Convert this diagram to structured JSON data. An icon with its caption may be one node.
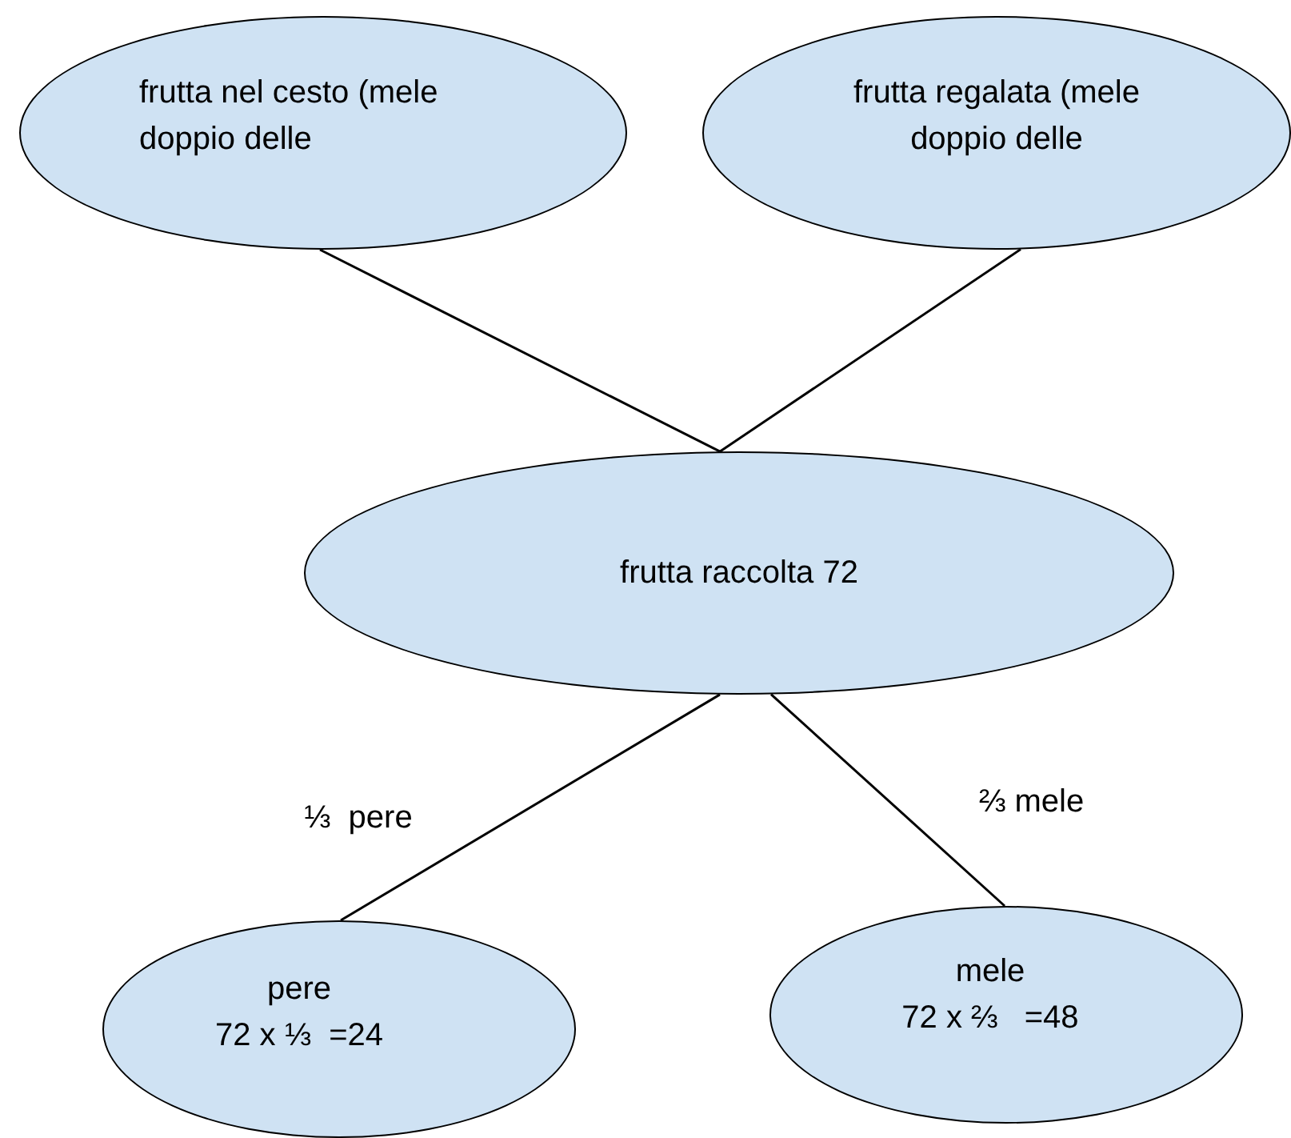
{
  "diagram": {
    "nodes": [
      {
        "text": [
          "frutta nel cesto (mele doppio delle"
        ]
      },
      {
        "text": [
          "frutta regalata (mele doppio delle"
        ]
      },
      {
        "text": [
          "frutta raccolta 72"
        ]
      },
      {
        "text": [
          "pere",
          "72 x ⅓  =24"
        ]
      },
      {
        "text": [
          "mele",
          "72 x ⅔   =48"
        ]
      }
    ],
    "edges": [
      {
        "from": 0,
        "to": 2,
        "arrow": "none"
      },
      {
        "from": 1,
        "to": 2,
        "arrow": "none"
      },
      {
        "from": 2,
        "to": 3,
        "arrow": "none",
        "label": "⅓  pere"
      },
      {
        "from": 2,
        "to": 4,
        "arrow": "none",
        "label": "⅔ mele"
      }
    ]
  }
}
